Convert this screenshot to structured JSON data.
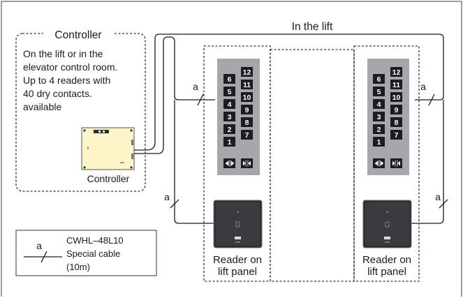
{
  "labels": {
    "in_the_lift": "In the lift",
    "controller_title": "Controller",
    "controller_desc": [
      "On the lift or in the",
      "elevator control room.",
      "Up to 4 readers with",
      "40 dry contacts.",
      "available"
    ],
    "controller_device": "Controller",
    "cable_mark": "a",
    "reader_label": [
      "Reader on",
      "lift panel"
    ]
  },
  "legend": {
    "mark": "a",
    "lines": [
      "CWHL–48L10",
      "Special cable",
      "(10m)"
    ]
  },
  "panel_left": {
    "left_column": [
      "6",
      "5",
      "4",
      "3",
      "2",
      "1"
    ],
    "right_column": [
      "12",
      "11",
      "10",
      "9",
      "8",
      "7"
    ]
  },
  "panel_right": {
    "left_column": [
      "6",
      "5",
      "4",
      "3",
      "2",
      "1"
    ],
    "right_column": [
      "12",
      "11",
      "10",
      "9",
      "8",
      "7"
    ]
  }
}
